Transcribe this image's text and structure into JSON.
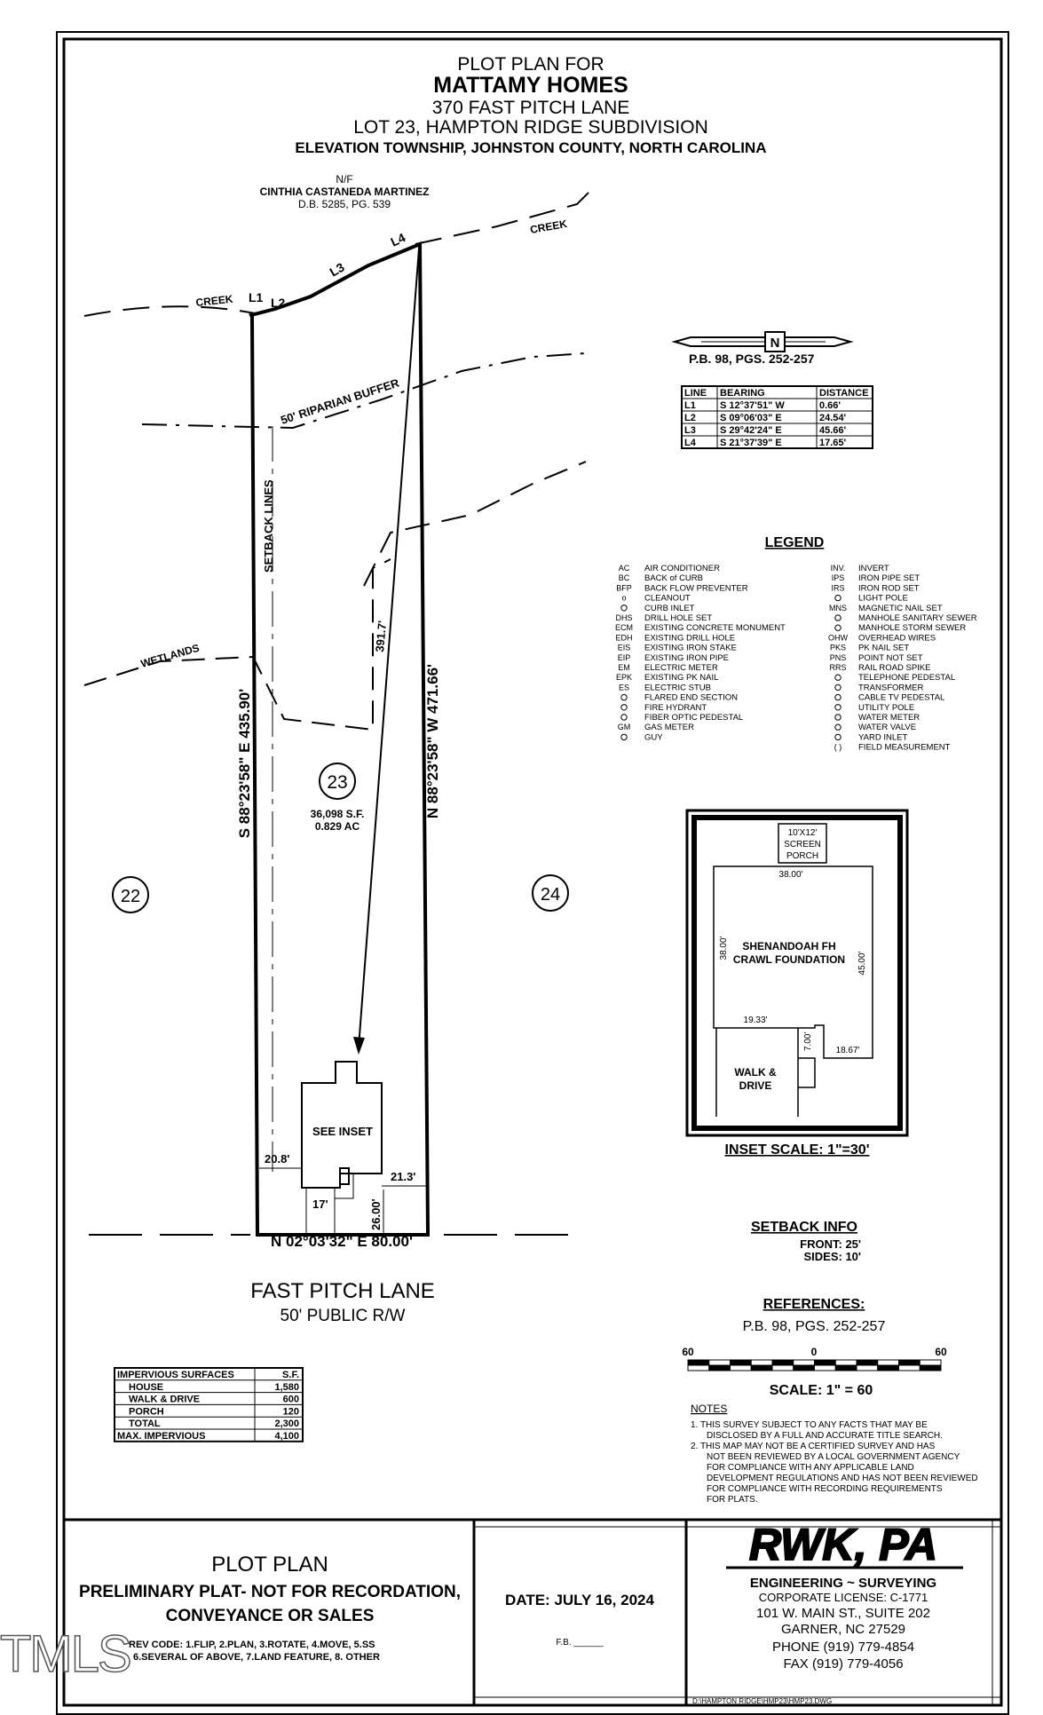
{
  "title": {
    "line1": "PLOT PLAN FOR",
    "line2": "MATTAMY HOMES",
    "line3": "370 FAST PITCH LANE",
    "line4": "LOT 23, HAMPTON RIDGE SUBDIVISION",
    "line5": "ELEVATION TOWNSHIP, JOHNSTON COUNTY, NORTH CAROLINA"
  },
  "owner": {
    "nf": "N/F",
    "name": "CINTHIA CASTANEDA MARTINEZ",
    "deed": "D.B. 5285, PG. 539"
  },
  "features": {
    "creek": "CREEK",
    "buffer": "50' RIPARIAN BUFFER",
    "setback_lines": "SETBACK LINES",
    "wetlands": "WETLANDS",
    "see_inset": "SEE INSET"
  },
  "north_ref": "P.B. 98, PGS. 252-257",
  "line_labels": [
    "L1",
    "L2",
    "L3",
    "L4"
  ],
  "line_table": {
    "headers": [
      "LINE",
      "BEARING",
      "DISTANCE"
    ],
    "rows": [
      [
        "L1",
        "S 12°37'51\" W",
        "0.66'"
      ],
      [
        "L2",
        "S 09°06'03\" E",
        "24.54'"
      ],
      [
        "L3",
        "S 29°42'24\" E",
        "45.66'"
      ],
      [
        "L4",
        "S 21°37'39\" E",
        "17.65'"
      ]
    ]
  },
  "lot": {
    "number": "23",
    "area_sf": "36,098 S.F.",
    "area_ac": "0.829 AC",
    "left_neighbor": "22",
    "right_neighbor": "24",
    "west_line": "S 88°23'58\" E  435.90'",
    "east_line": "N 88°23'58\" W  471.66'",
    "diagonal": "391.7'",
    "front_line": "N 02°03'32\" E  80.00'",
    "dim_left": "20.8'",
    "dim_right": "21.3'",
    "dim_drive": "17'",
    "dim_depth": "26.00'"
  },
  "road": {
    "name": "FAST PITCH LANE",
    "row": "50' PUBLIC R/W"
  },
  "legend": {
    "title": "LEGEND",
    "left": [
      [
        "AC",
        "AIR CONDITIONER"
      ],
      [
        "BC",
        "BACK of CURB"
      ],
      [
        "BFP",
        "BACK FLOW PREVENTER"
      ],
      [
        "o",
        "CLEANOUT"
      ],
      [
        "",
        "CURB INLET"
      ],
      [
        "DHS",
        "DRILL HOLE SET"
      ],
      [
        "ECM",
        "EXISTING CONCRETE MONUMENT"
      ],
      [
        "EDH",
        "EXISTING DRILL HOLE"
      ],
      [
        "EIS",
        "EXISTING IRON STAKE"
      ],
      [
        "EIP",
        "EXISTING IRON PIPE"
      ],
      [
        "EM",
        "ELECTRIC METER"
      ],
      [
        "EPK",
        "EXISTING PK NAIL"
      ],
      [
        "ES",
        "ELECTRIC STUB"
      ],
      [
        "",
        "FLARED END SECTION"
      ],
      [
        "",
        "FIRE HYDRANT"
      ],
      [
        "",
        "FIBER OPTIC PEDESTAL"
      ],
      [
        "GM",
        "GAS METER"
      ],
      [
        "",
        "GUY"
      ]
    ],
    "right": [
      [
        "INV.",
        "INVERT"
      ],
      [
        "IPS",
        "IRON PIPE SET"
      ],
      [
        "IRS",
        "IRON ROD SET"
      ],
      [
        "",
        "LIGHT POLE"
      ],
      [
        "MNS",
        "MAGNETIC NAIL SET"
      ],
      [
        "",
        "MANHOLE SANITARY SEWER"
      ],
      [
        "",
        "MANHOLE STORM SEWER"
      ],
      [
        "OHW",
        "OVERHEAD WIRES"
      ],
      [
        "PKS",
        "PK NAIL SET"
      ],
      [
        "PNS",
        "POINT NOT SET"
      ],
      [
        "RRS",
        "RAIL ROAD SPIKE"
      ],
      [
        "",
        "TELEPHONE PEDESTAL"
      ],
      [
        "",
        "TRANSFORMER"
      ],
      [
        "",
        "CABLE TV PEDESTAL"
      ],
      [
        "",
        "UTILITY POLE"
      ],
      [
        "",
        "WATER METER"
      ],
      [
        "",
        "WATER VALVE"
      ],
      [
        "",
        "YARD INLET"
      ],
      [
        "( )",
        "FIELD MEASUREMENT"
      ]
    ]
  },
  "inset": {
    "porch": [
      "10'X12'",
      "SCREEN",
      "PORCH"
    ],
    "top_dim": "38.00'",
    "left_dim": "38.00'",
    "right_dim": "45.00'",
    "house": [
      "SHENANDOAH FH",
      "CRAWL FOUNDATION"
    ],
    "dim_a": "19.33'",
    "dim_b": "7.00'",
    "dim_c": "18.67'",
    "walk": [
      "WALK &",
      "DRIVE"
    ],
    "scale": "INSET SCALE: 1\"=30'"
  },
  "setback": {
    "title": "SETBACK INFO",
    "front": "FRONT: 25'",
    "sides": "SIDES: 10'"
  },
  "references": {
    "title": "REFERENCES:",
    "value": "P.B. 98, PGS. 252-257"
  },
  "scale": {
    "left": "60",
    "mid": "0",
    "right": "60",
    "label": "SCALE: 1\" = 60"
  },
  "notes": {
    "title": "NOTES",
    "lines": [
      "1. THIS SURVEY SUBJECT TO ANY FACTS THAT MAY BE",
      "DISCLOSED BY A FULL AND ACCURATE TITLE SEARCH.",
      "2. THIS MAP MAY NOT BE A CERTIFIED SURVEY AND HAS",
      "NOT BEEN REVIEWED BY A LOCAL GOVERNMENT AGENCY",
      "FOR COMPLIANCE WITH ANY APPLICABLE LAND",
      "DEVELOPMENT REGULATIONS AND HAS NOT BEEN REVIEWED",
      "FOR COMPLIANCE WITH RECORDING REQUIREMENTS",
      "FOR PLATS."
    ]
  },
  "impervious": {
    "headers": [
      "IMPERVIOUS SURFACES",
      "S.F."
    ],
    "rows": [
      [
        "HOUSE",
        "1,580"
      ],
      [
        "WALK & DRIVE",
        "600"
      ],
      [
        "PORCH",
        "120"
      ],
      [
        "TOTAL",
        "2,300"
      ],
      [
        "MAX. IMPERVIOUS",
        "4,100"
      ]
    ]
  },
  "titleblock": {
    "plan": "PLOT PLAN",
    "prelim1": "PRELIMINARY PLAT- NOT FOR RECORDATION,",
    "prelim2": "CONVEYANCE OR SALES",
    "rev1": "REV CODE: 1.FLIP, 2.PLAN, 3.ROTATE, 4.MOVE, 5.SS",
    "rev2": "6.SEVERAL OF ABOVE, 7.LAND FEATURE, 8. OTHER",
    "date": "DATE: JULY 16, 2024",
    "fb": "F.B. ______",
    "firm": "RWK, PA",
    "firm_sub": "ENGINEERING ~ SURVEYING",
    "license": "CORPORATE LICENSE: C-1771",
    "addr1": "101 W. MAIN ST., SUITE 202",
    "addr2": "GARNER, NC 27529",
    "phone": "PHONE (919) 779-4854",
    "fax": "FAX (919) 779-4056",
    "path": "D:\\HAMPTON RIDGE\\HMP23\\HMP23.DWG"
  },
  "watermark": "TMLS"
}
